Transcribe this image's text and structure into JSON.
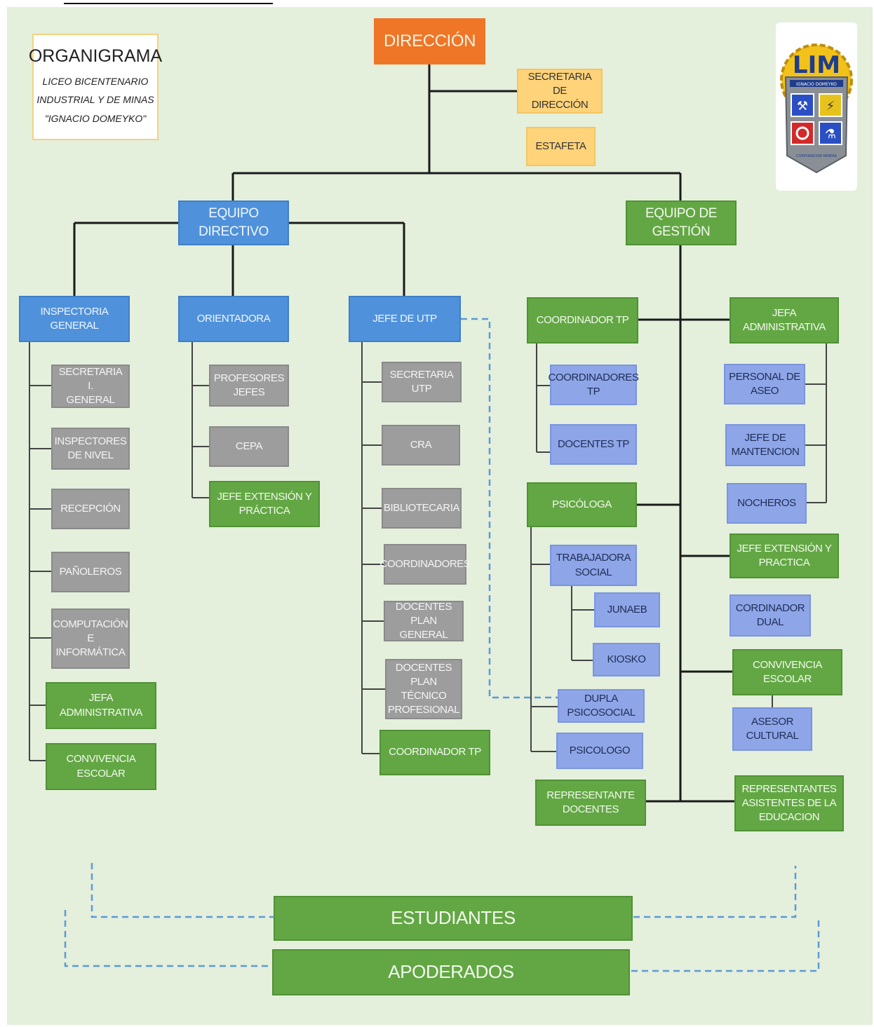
{
  "title": {
    "heading": "ORGANIGRAMA",
    "line1": "LICEO BICENTENARIO",
    "line2": "INDUSTRIAL Y DE MINAS",
    "line3": "\"IGNACIO DOMEYKO\""
  },
  "logo": {
    "letters": "LIM",
    "top_text": "IGNACIO DOMEYKO",
    "bottom_text": "CORPORACION MINERA"
  },
  "nodes": {
    "direccion": "DIRECCIÓN",
    "secretaria_direccion": "SECRETARIA DE\nDIRECCIÓN",
    "estafeta": "ESTAFETA",
    "equipo_directivo": "EQUIPO DIRECTIVO",
    "equipo_gestion": "EQUIPO DE\nGESTIÓN",
    "inspectoria_general": "INSPECTORIA GENERAL",
    "orientadora": "ORIENTADORA",
    "jefe_utp": "JEFE DE UTP",
    "secretaria_i_general": "SECRETARIA I.\nGENERAL",
    "inspectores_nivel": "INSPECTORES\nDE NIVEL",
    "recepcion": "RECEPCIÓN",
    "panoleros": "PAÑOLEROS",
    "computacion": "COMPUTACIÓN\nE INFORMÁTICA",
    "jefa_administrativa_left": "JEFA ADMINISTRATIVA",
    "convivencia_escolar_left": "CONVIVENCIA ESCOLAR",
    "profesores_jefes": "PROFESORES\nJEFES",
    "cepa": "CEPA",
    "jefe_extension_practica_mid": "JEFE EXTENSIÓN Y\nPRÁCTICA",
    "secretaria_utp": "SECRETARIA UTP",
    "cra": "CRA",
    "bibliotecaria": "BIBLIOTECARIA",
    "coordinadores": "COORDINADORES",
    "docentes_plan_general": "DOCENTES PLAN\nGENERAL",
    "docentes_plan_tecnico": "DOCENTES PLAN\nTÉCNICO\nPROFESIONAL",
    "coordinador_tp_utp": "COORDINADOR TP",
    "coordinador_tp": "COORDINADOR TP",
    "coordinadores_tp": "COORDINADORES\nTP",
    "docentes_tp": "DOCENTES TP",
    "psicologa": "PSICÓLOGA",
    "trabajadora_social": "TRABAJADORA\nSOCIAL",
    "junaeb": "JUNAEB",
    "kiosko": "KIOSKO",
    "dupla_psicosocial": "DUPLA\nPSICOSOCIAL",
    "psicologo": "PSICOLOGO",
    "representante_docentes": "REPRESENTANTE\nDOCENTES",
    "jefa_administrativa_right": "JEFA ADMINISTRATIVA",
    "personal_aseo": "PERSONAL DE\nASEO",
    "jefe_mantencion": "JEFE DE\nMANTENCION",
    "nocheros": "NOCHEROS",
    "jefe_extension_practica_right": "JEFE EXTENSIÓN Y\nPRACTICA",
    "coordinador_dual": "CORDINADOR\nDUAL",
    "convivencia_escolar_right": "CONVIVENCIA ESCOLAR",
    "asesor_cultural": "ASESOR\nCULTURAL",
    "representantes_asistentes": "REPRESENTANTES\nASISTENTES DE LA\nEDUCACION",
    "estudiantes": "ESTUDIANTES",
    "apoderados": "APODERADOS"
  },
  "colors": {
    "background": "#e4efdc",
    "direccion": "#ee7626",
    "secretaria": "#ffd37a",
    "directivo_blue": "#4f92db",
    "gestion_green": "#63a744",
    "staff_gray": "#9d9d9d",
    "support_lavender": "#8ea6e8",
    "dashed_link": "#5b9bd5"
  }
}
